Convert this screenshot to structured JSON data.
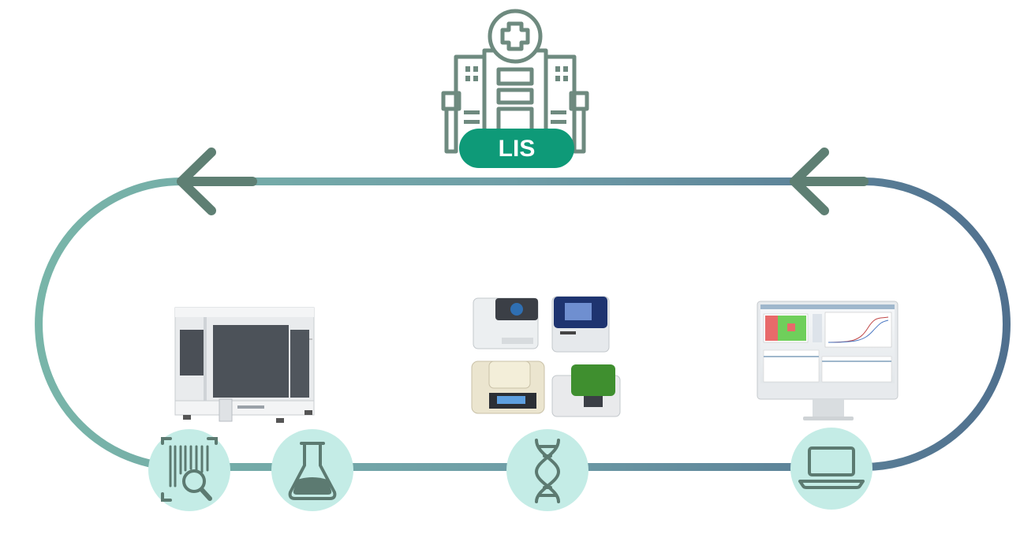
{
  "lis_badge": {
    "label": "LIS"
  },
  "colors": {
    "loop_start": "#79b7a9",
    "loop_end": "#4f6f8e",
    "arrow": "#5e7f73",
    "hospital": "#6e8a7f",
    "badge": "#0e9a78",
    "circle": "#c4ece6",
    "icon": "#5c7a71"
  },
  "stages": [
    {
      "id": "barcode-scan",
      "icon": "barcode-search-icon"
    },
    {
      "id": "extraction",
      "icon": "flask-icon"
    },
    {
      "id": "pcr",
      "icon": "dna-icon"
    },
    {
      "id": "analysis",
      "icon": "laptop-icon"
    }
  ],
  "devices": [
    {
      "id": "extraction-instrument",
      "icon": "extraction-instrument-icon"
    },
    {
      "id": "pcr-instruments",
      "icon": "pcr-instruments-icon"
    },
    {
      "id": "analysis-monitor",
      "icon": "monitor-icon"
    }
  ]
}
